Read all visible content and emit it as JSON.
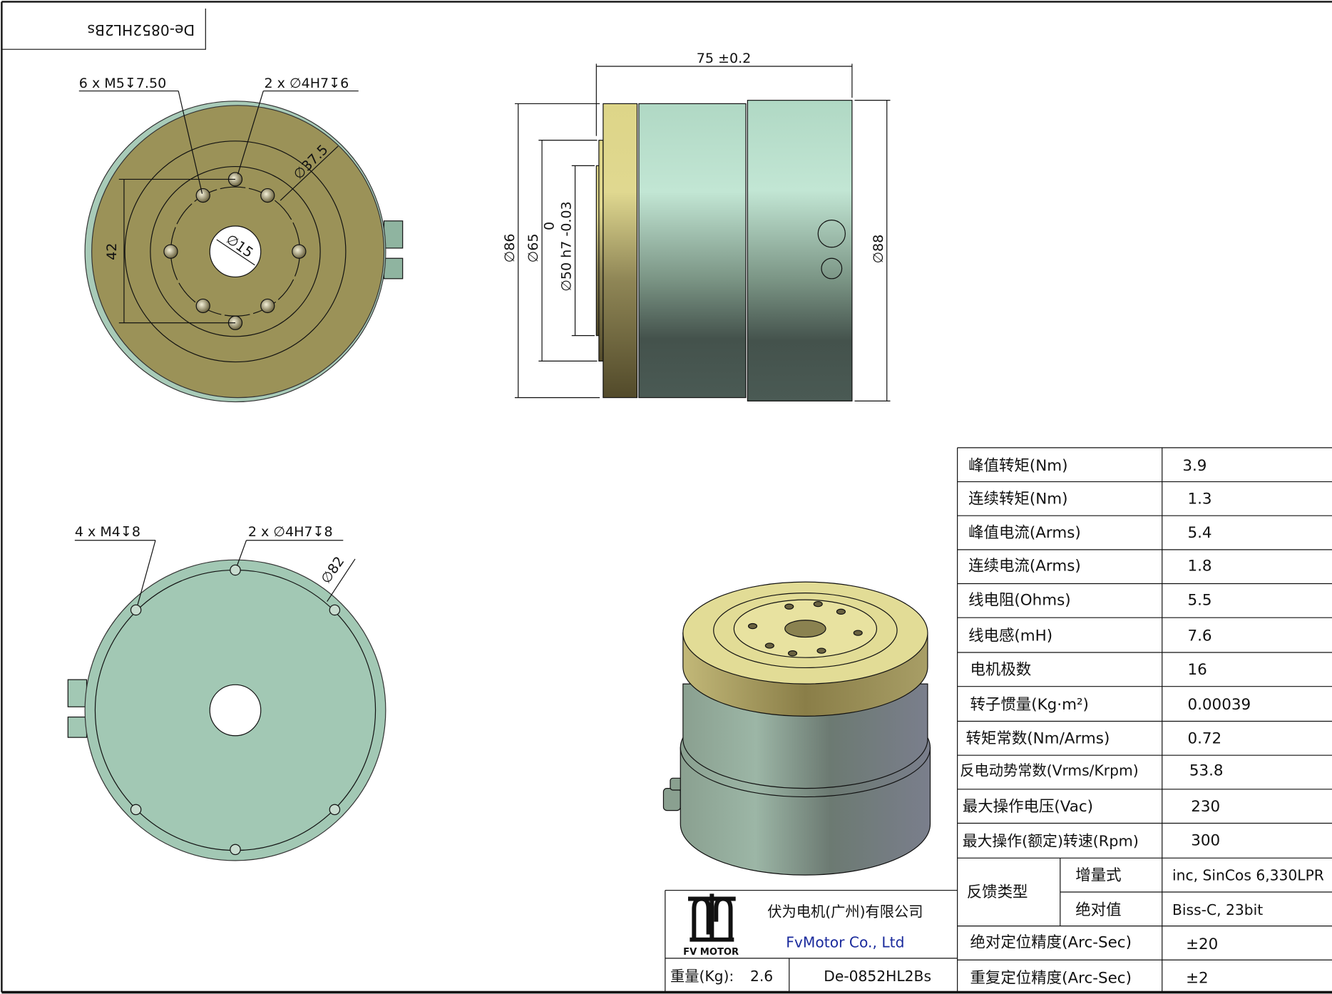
{
  "drawing_label": "De-0852HL2Bs",
  "front_view": {
    "callout_threads": "6 x M5↧7.50",
    "callout_pins": "2 x ∅4H7↧6",
    "dim_pcd": "∅37.5",
    "dim_bore": "∅15",
    "dim_height": "42"
  },
  "side_view": {
    "dim_length": "75 ±0.2",
    "dim_d86": "∅86",
    "dim_d65": "∅65",
    "dim_d50": "∅50 h7 -0.03",
    "dim_d50_upper_tol": "0",
    "dim_d88": "∅88"
  },
  "rear_view": {
    "callout_threads": "4 x M4↧8",
    "callout_pins": "2 x ∅4H7↧8",
    "dim_d82": "∅82"
  },
  "specs": {
    "rows": [
      {
        "label": "峰值转矩(Nm)",
        "value": "3.9"
      },
      {
        "label": "连续转矩(Nm)",
        "value": "1.3"
      },
      {
        "label": "峰值电流(Arms)",
        "value": "5.4"
      },
      {
        "label": "连续电流(Arms)",
        "value": "1.8"
      },
      {
        "label": "线电阻(Ohms)",
        "value": "5.5"
      },
      {
        "label": "线电感(mH)",
        "value": "7.6"
      },
      {
        "label": "电机极数",
        "value": "16"
      },
      {
        "label": "转子惯量(Kg·m²)",
        "value": "0.00039"
      },
      {
        "label": "转矩常数(Nm/Arms)",
        "value": "0.72"
      },
      {
        "label": "反电动势常数(Vrms/Krpm)",
        "value": "53.8"
      },
      {
        "label": "最大操作电压(Vac)",
        "value": "230"
      },
      {
        "label": "最大操作(额定)转速(Rpm)",
        "value": "300"
      }
    ],
    "feedback": {
      "label": "反馈类型",
      "incremental_label": "增量式",
      "incremental_value": "inc, SinCos 6,330LPR",
      "absolute_label": "绝对值",
      "absolute_value": "Biss-C, 23bit"
    },
    "accuracy": [
      {
        "label": "绝对定位精度(Arc-Sec)",
        "value": "±20"
      },
      {
        "label": "重复定位精度(Arc-Sec)",
        "value": "±2"
      }
    ]
  },
  "title_block": {
    "logo_text": "FV MOTOR",
    "company_cn": "伏为电机(广州)有限公司",
    "company_en": "FvMotor Co., Ltd",
    "weight_label": "重量(Kg):",
    "weight_value": "2.6",
    "model": "De-0852HL2Bs"
  },
  "colors": {
    "khaki_face": "#9b9258",
    "teal_face": "#a2c8b4",
    "company_en": "#1a2a9c"
  }
}
